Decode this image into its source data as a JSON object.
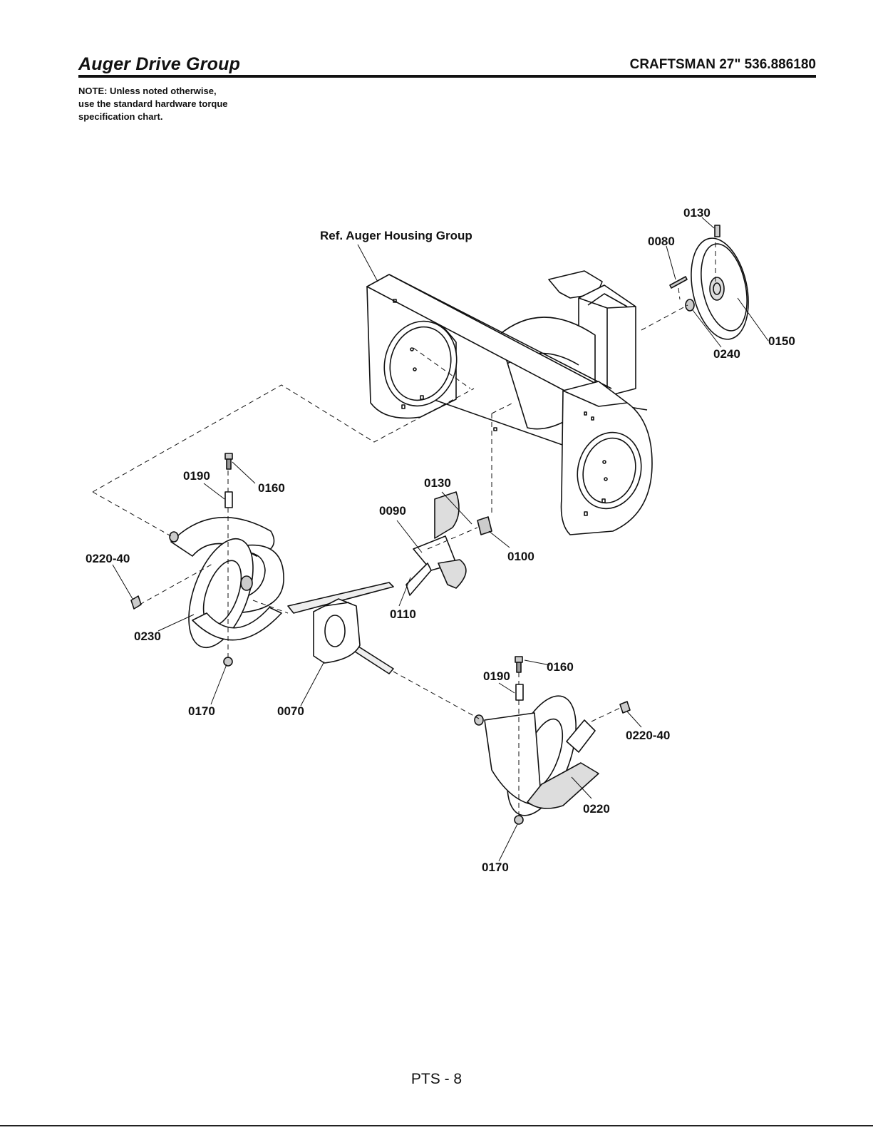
{
  "header": {
    "title": "Auger Drive Group",
    "model": "CRAFTSMAN 27\" 536.886180"
  },
  "note": {
    "lines": [
      "NOTE: Unless noted otherwise,",
      "use the standard hardware torque",
      "specification chart."
    ]
  },
  "callouts": {
    "ref_housing": "Ref. Auger Housing Group",
    "p0130_top": "0130",
    "p0080": "0080",
    "p0150": "0150",
    "p0240": "0240",
    "p0190_left": "0190",
    "p0160_left": "0160",
    "p0220_40_left": "0220-40",
    "p0230": "0230",
    "p0170_left": "0170",
    "p0070": "0070",
    "p0090": "0090",
    "p0130_mid": "0130",
    "p0100": "0100",
    "p0110": "0110",
    "p0190_right": "0190",
    "p0160_right": "0160",
    "p0220_40_right": "0220-40",
    "p0220": "0220",
    "p0170_right": "0170"
  },
  "footer": {
    "page": "PTS - 8"
  }
}
